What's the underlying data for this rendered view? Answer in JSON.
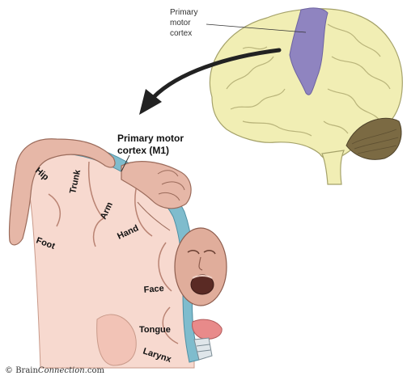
{
  "brain_label": {
    "line1": "Primary",
    "line2": "motor",
    "line3": "cortex"
  },
  "section_label": {
    "line1": "Primary motor",
    "line2": "cortex (M1)"
  },
  "homunculus_labels": {
    "hip": "Hip",
    "trunk": "Trunk",
    "arm": "Arm",
    "hand": "Hand",
    "foot": "Foot",
    "face": "Face",
    "tongue": "Tongue",
    "larynx": "Larynx"
  },
  "credit": {
    "symbol": "©",
    "brand_plain": "Brain",
    "brand_italic": "Connection",
    "suffix": ".com"
  },
  "colors": {
    "brain_fill": "#f1eeb4",
    "motor_strip": "#8f84c0",
    "cortex_blue": "#7fbccd",
    "tissue_pink": "#f7d9cf",
    "skin": "#e6b7a7",
    "cerebellum": "#7b6a43"
  }
}
